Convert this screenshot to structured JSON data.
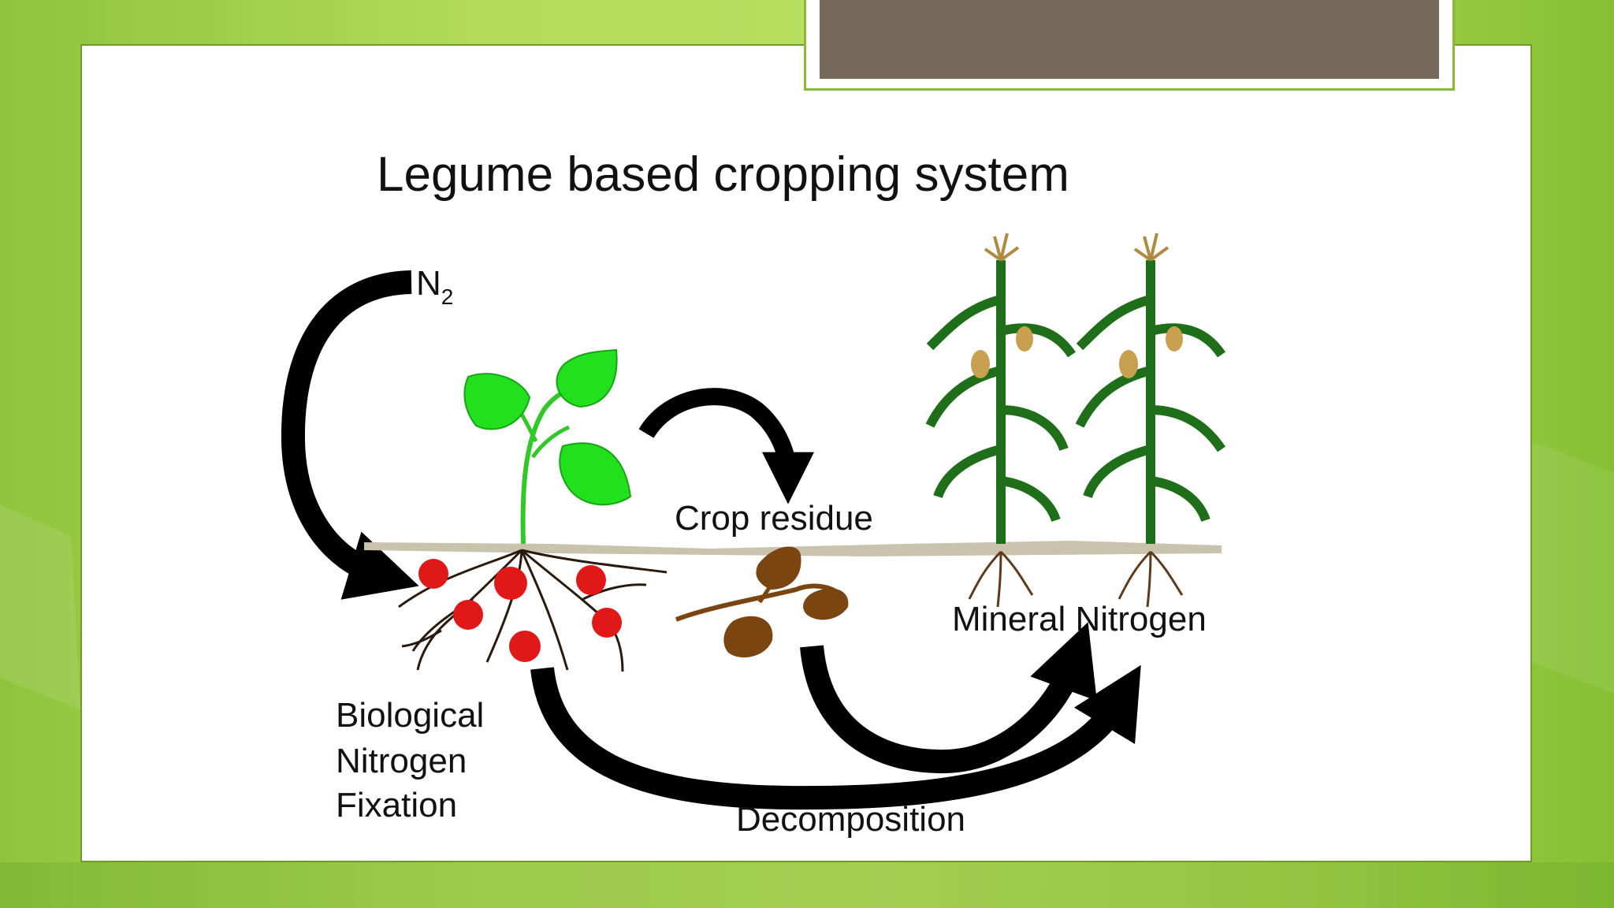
{
  "slide": {
    "header_tab_color": "#75695a",
    "background_color": "#a6d34c"
  },
  "diagram": {
    "title": "Legume based cropping system",
    "n2_main": "N",
    "n2_sub": "2",
    "crop_residue": "Crop residue",
    "mineral_nitrogen": "Mineral Nitrogen",
    "bnf_line1": "Biological",
    "bnf_line2": "Nitrogen",
    "bnf_line3": "Fixation",
    "decomposition": "Decomposition"
  },
  "colors": {
    "legume_leaf": "#22e01e",
    "nodule": "#e01818",
    "residue_leaf": "#7a4510",
    "corn": "#1f6e1a",
    "soil_line": "#c9c2ad",
    "arrow": "#000000"
  }
}
